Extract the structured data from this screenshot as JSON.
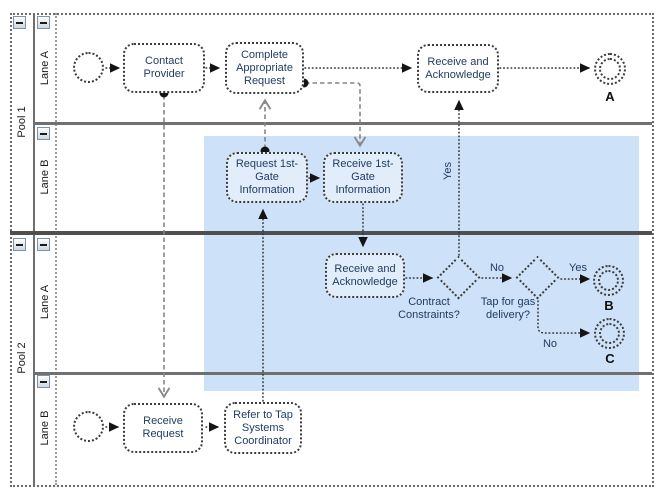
{
  "pools": [
    {
      "label": "Pool 1",
      "lanes": [
        {
          "label": "Lane A"
        },
        {
          "label": "Lane B"
        }
      ]
    },
    {
      "label": "Pool 2",
      "lanes": [
        {
          "label": "Lane A"
        },
        {
          "label": "Lane B"
        }
      ]
    }
  ],
  "tasks": {
    "contact_provider": "Contact Provider",
    "complete_request": "Complete Appropriate Request",
    "receive_ack_pool1": "Receive and Acknowledge",
    "request_gate": "Request 1st-Gate Information",
    "receive_gate": "Receive 1st-Gate Information",
    "receive_ack_pool2": "Receive and Acknowledge",
    "receive_request": "Receive Request",
    "refer_tap": "Refer to Tap Systems Coordinator"
  },
  "gateways": {
    "contract": "Contract Constraints?",
    "tap": "Tap for gas delivery?"
  },
  "end_events": {
    "a": "A",
    "b": "B",
    "c": "C"
  },
  "flow_labels": {
    "yes_to_ack": "Yes",
    "no_between_gateways": "No",
    "yes_to_b": "Yes",
    "no_to_c": "No"
  },
  "colors": {
    "highlight": "#cde1f8",
    "task_fill_highlight": "#e2edfb",
    "text": "#1e3a5f",
    "lane_line": "#707070",
    "pool_separator": "#4f4f4f"
  }
}
